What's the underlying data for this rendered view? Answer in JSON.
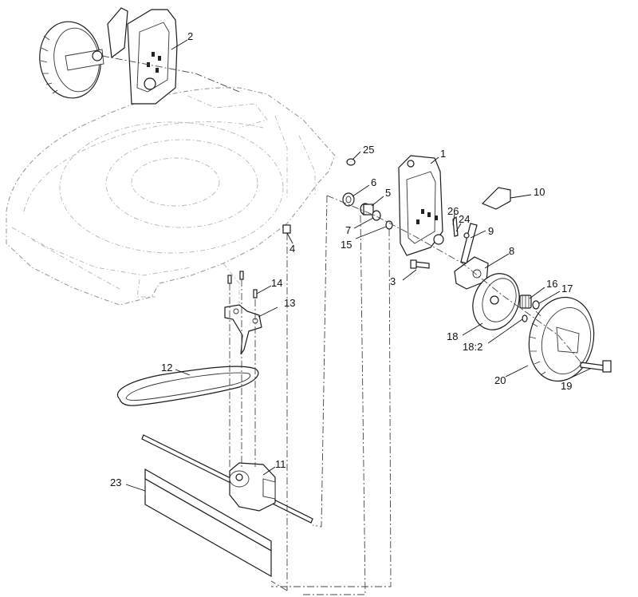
{
  "callouts": {
    "c1": "1",
    "c2": "2",
    "c3": "3",
    "c4": "4",
    "c5": "5",
    "c6": "6",
    "c7": "7",
    "c8": "8",
    "c9": "9",
    "c10": "10",
    "c11": "11",
    "c12": "12",
    "c13": "13",
    "c14": "14",
    "c15": "15",
    "c16": "16",
    "c17": "17",
    "c18": "18",
    "c18_2": "18:2",
    "c19": "19",
    "c20": "20",
    "c23": "23",
    "c24": "24",
    "c25": "25",
    "c26": "26"
  },
  "colors": {
    "line": "#1a1a1a",
    "phantom": "#9a9a9a",
    "background": "#ffffff"
  }
}
